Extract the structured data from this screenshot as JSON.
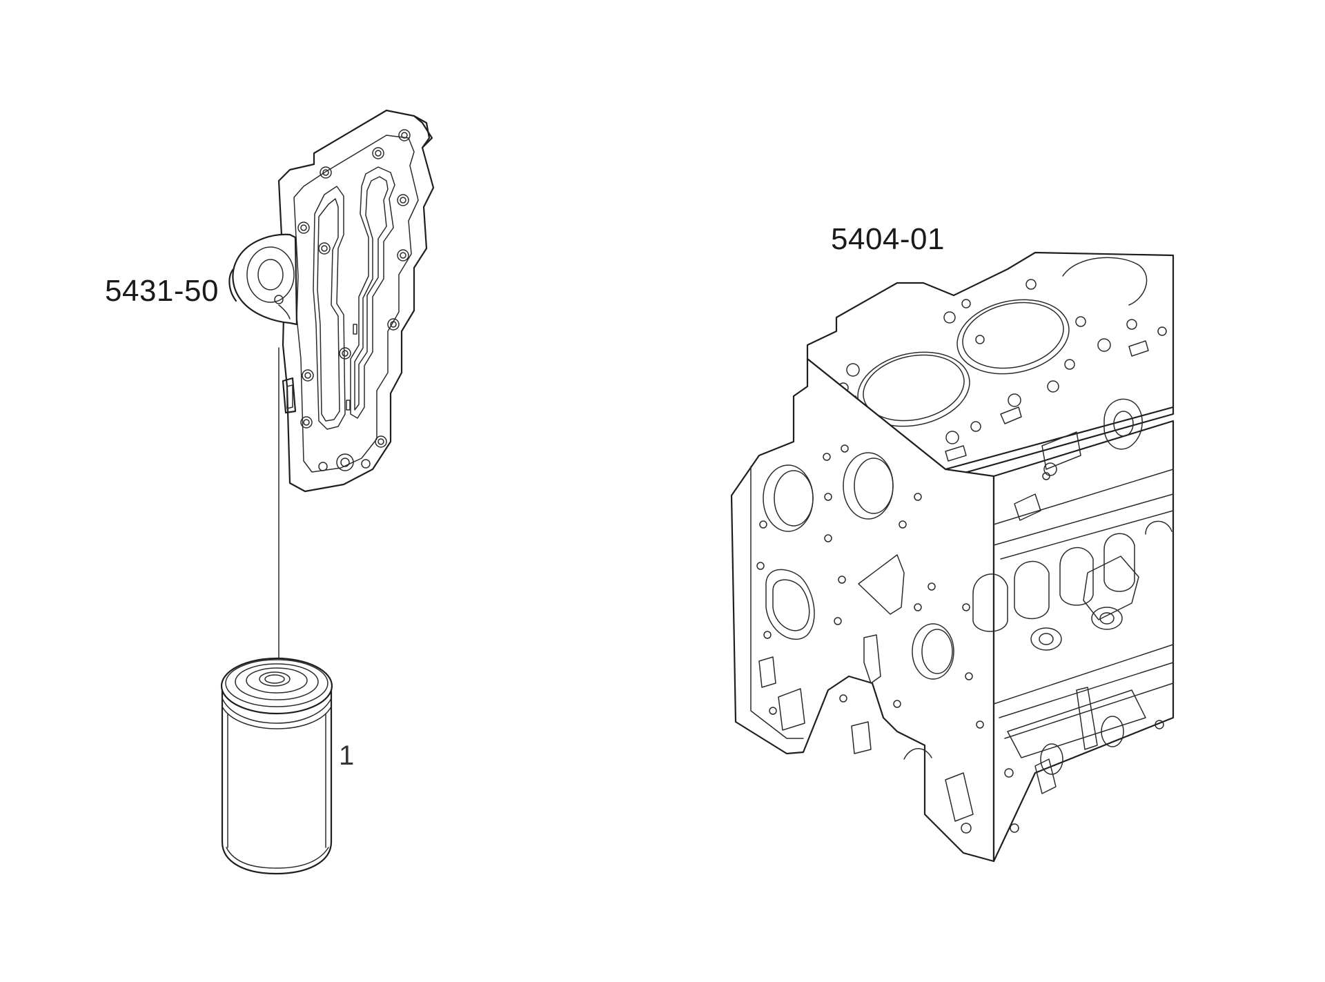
{
  "diagram": {
    "parts": [
      {
        "id": "oil-filter-housing",
        "label": "5431-50"
      },
      {
        "id": "engine-block",
        "label": "5404-01"
      },
      {
        "id": "oil-filter",
        "label": "1"
      }
    ]
  }
}
